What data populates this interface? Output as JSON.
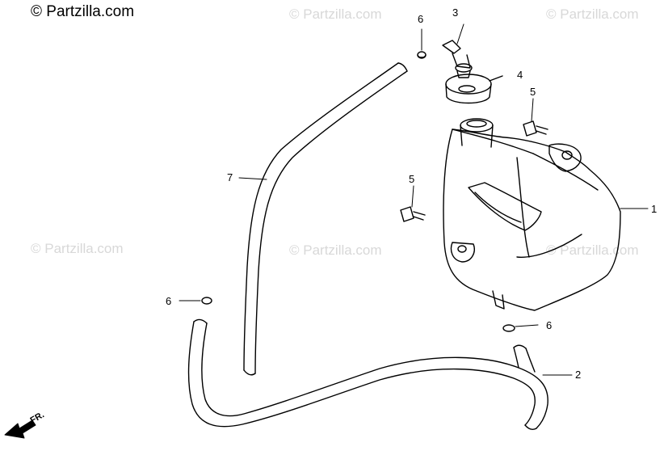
{
  "brand": "© Partzilla.com",
  "watermarks": [
    "© Partzilla.com",
    "© Partzilla.com",
    "© Partzilla.com",
    "© Partzilla.com",
    "© Partzilla.com"
  ],
  "callouts": {
    "tank": "1",
    "lower_hose": "2",
    "fitting": "3",
    "cap": "4",
    "bolt_upper": "5",
    "bolt_lower": "5",
    "clip_top": "6",
    "clip_left": "6",
    "clip_right": "6",
    "upper_hose": "7"
  },
  "direction_label": "FR."
}
